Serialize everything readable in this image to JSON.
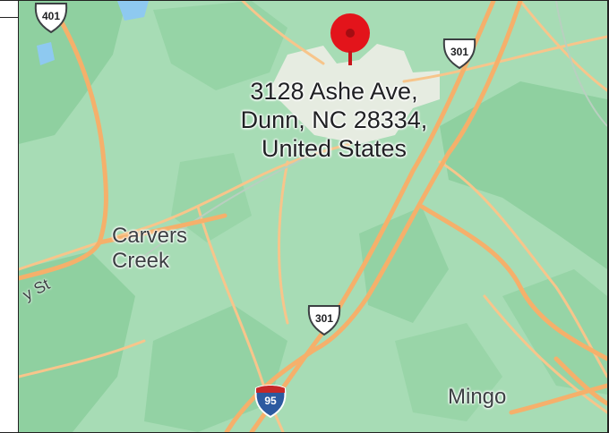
{
  "map": {
    "pin_label": {
      "line1": "3128 Ashe Ave,",
      "line2": "Dunn, NC 28334,",
      "line3": "United States"
    },
    "places": {
      "carvers_creek_line1": "Carvers",
      "carvers_creek_line2": "Creek",
      "mingo": "Mingo"
    },
    "road_label": "y St",
    "shields": {
      "us_401": "401",
      "us_301_north": "301",
      "us_301_south": "301",
      "interstate_95": "95"
    },
    "colors": {
      "land": "#a7dcb5",
      "forest": "#8fd0a0",
      "urban": "#f1efe9",
      "highway": "#f5b06b",
      "road": "#f7c58b",
      "water": "#8ec9f0",
      "pin": "#e3141b"
    }
  }
}
